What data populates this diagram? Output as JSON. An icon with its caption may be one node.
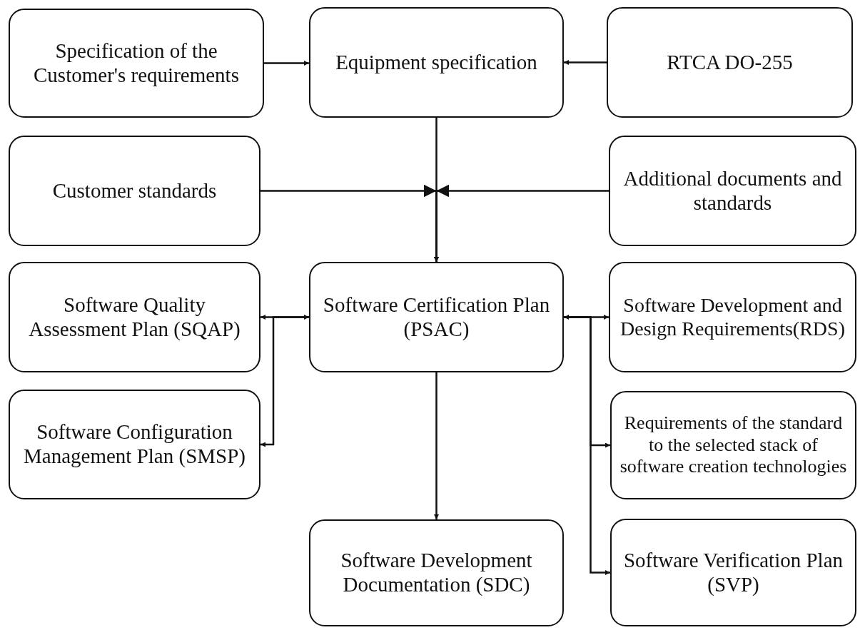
{
  "diagram": {
    "nodes": [
      {
        "text": [
          "Specification of the Customer's requirements"
        ]
      },
      {
        "text": [
          "Equipment specification"
        ]
      },
      {
        "text": [
          "RTCA DO-255"
        ]
      },
      {
        "text": [
          "Customer standards"
        ]
      },
      {
        "text": [
          "Additional documents and standards"
        ]
      },
      {
        "text": [
          "Software Quality Assessment Plan (SQAP)"
        ]
      },
      {
        "text": [
          "Software Certification Plan (PSAC)"
        ]
      },
      {
        "text": [
          "Software Development and Design Requirements(RDS)"
        ]
      },
      {
        "text": [
          "Software Configuration Management Plan (SMSP)"
        ]
      },
      {
        "text": [
          "Requirements of the standard to the selected stack of software creation technologies"
        ]
      },
      {
        "text": [
          "Software Development Documentation (SDC)"
        ]
      },
      {
        "text": [
          "Software Verification Plan (SVP)"
        ]
      }
    ],
    "edges": [
      {
        "from": 0,
        "to": 1,
        "arrow": "to"
      },
      {
        "from": 2,
        "to": 1,
        "arrow": "to"
      },
      {
        "from": 1,
        "to": 6,
        "arrow": "to"
      },
      {
        "from": 3,
        "to": 6,
        "arrow": "to"
      },
      {
        "from": 4,
        "to": 6,
        "arrow": "to"
      },
      {
        "from": 6,
        "to": 5,
        "arrow": "both"
      },
      {
        "from": 6,
        "to": 8,
        "arrow": "to"
      },
      {
        "from": 6,
        "to": 7,
        "arrow": "both"
      },
      {
        "from": 6,
        "to": 9,
        "arrow": "to"
      },
      {
        "from": 6,
        "to": 11,
        "arrow": "to"
      },
      {
        "from": 6,
        "to": 10,
        "arrow": "to"
      }
    ]
  }
}
